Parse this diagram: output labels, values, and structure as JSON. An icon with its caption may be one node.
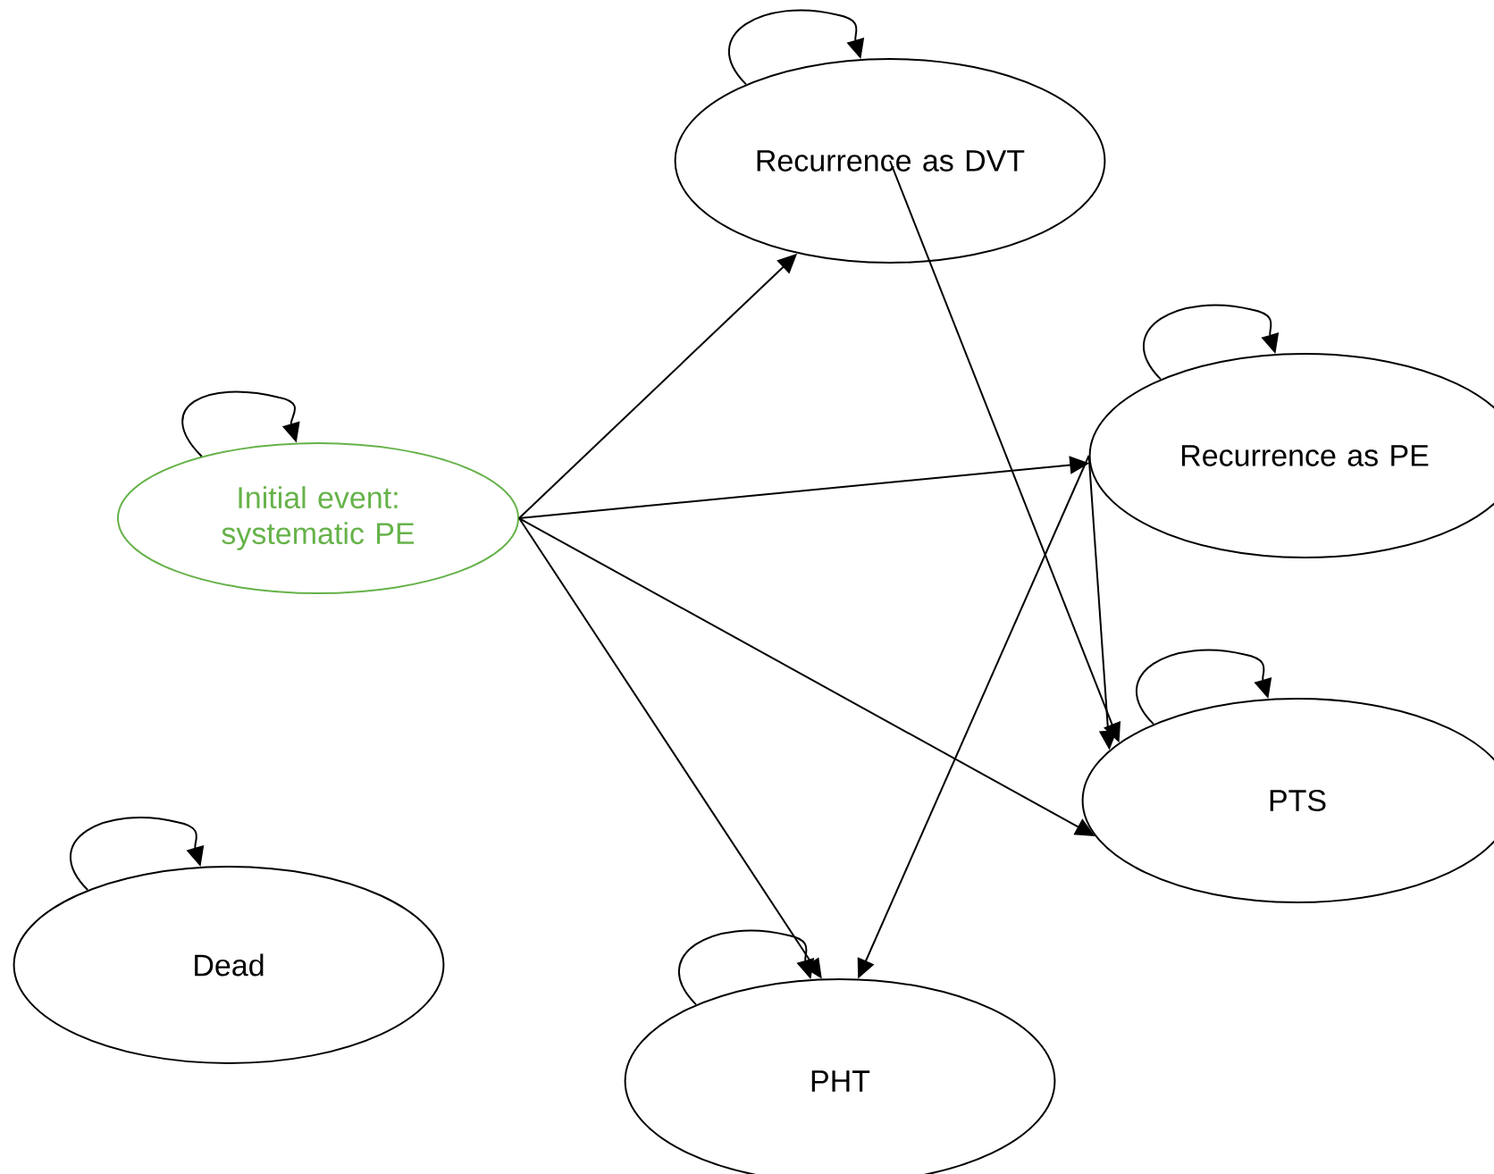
{
  "diagram": {
    "nodes": [
      {
        "text": [
          "Recurrence as DVT"
        ]
      },
      {
        "text": [
          "Initial event: systematic PE"
        ]
      },
      {
        "text": [
          "Recurrence as PE"
        ]
      },
      {
        "text": [
          "PTS"
        ]
      },
      {
        "text": [
          "Dead"
        ]
      },
      {
        "text": [
          "PHT"
        ]
      }
    ],
    "edges": [
      {
        "from": 0,
        "to": 0,
        "arrow": "to"
      },
      {
        "from": 1,
        "to": 1,
        "arrow": "to"
      },
      {
        "from": 2,
        "to": 2,
        "arrow": "to"
      },
      {
        "from": 3,
        "to": 3,
        "arrow": "to"
      },
      {
        "from": 4,
        "to": 4,
        "arrow": "to"
      },
      {
        "from": 5,
        "to": 5,
        "arrow": "to"
      },
      {
        "from": 1,
        "to": 0,
        "arrow": "to"
      },
      {
        "from": 1,
        "to": 2,
        "arrow": "to"
      },
      {
        "from": 1,
        "to": 3,
        "arrow": "to"
      },
      {
        "from": 1,
        "to": 5,
        "arrow": "to"
      },
      {
        "from": 0,
        "to": 3,
        "arrow": "to"
      },
      {
        "from": 2,
        "to": 3,
        "arrow": "to"
      },
      {
        "from": 2,
        "to": 5,
        "arrow": "to"
      }
    ]
  }
}
